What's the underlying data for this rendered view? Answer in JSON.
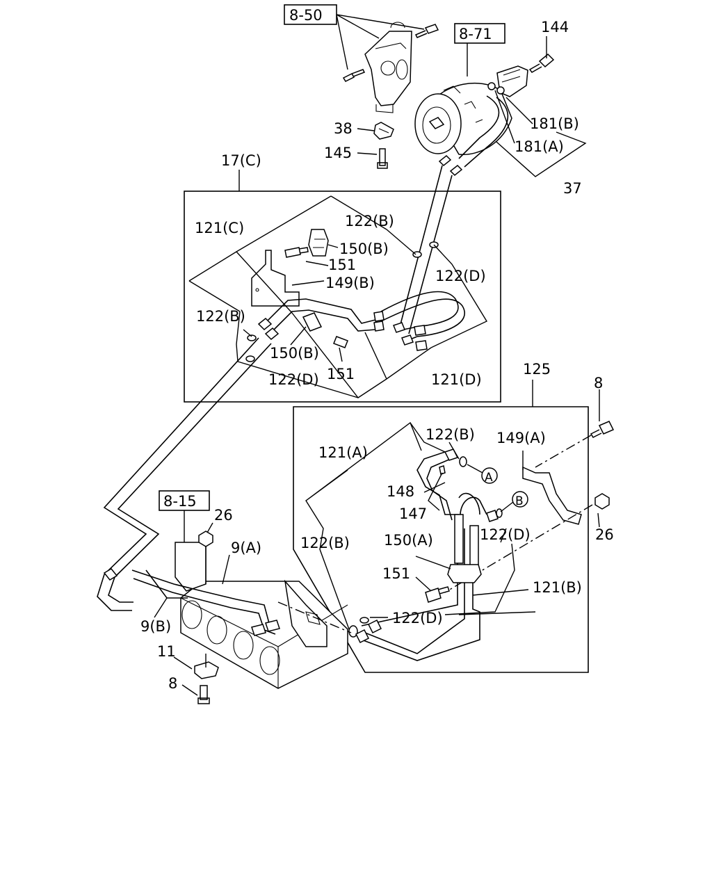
{
  "ref_boxes": {
    "r850": "8-50",
    "r871": "8-71",
    "r815": "8-15"
  },
  "labels": {
    "l144": "144",
    "l181b": "181(B)",
    "l181a": "181(A)",
    "l37": "37",
    "l38": "38",
    "l145": "145",
    "l17c": "17(C)",
    "l121c": "121(C)",
    "l122b_1": "122(B)",
    "l150b_1": "150(B)",
    "l151_1": "151",
    "l149b": "149(B)",
    "l122d_1": "122(D)",
    "l122b_2": "122(B)",
    "l150b_2": "150(B)",
    "l151_2": "151",
    "l122d_2": "122(D)",
    "l121d": "121(D)",
    "l125": "125",
    "l8_top": "8",
    "l149a": "149(A)",
    "l122b_3": "122(B)",
    "l121a": "121(A)",
    "l148": "148",
    "l147": "147",
    "l122d_3": "122(D)",
    "l26_right": "26",
    "l122b_4": "122(B)",
    "l150a": "150(A)",
    "l151_3": "151",
    "l121b": "121(B)",
    "l122d_4": "122(D)",
    "l26_left": "26",
    "l9a": "9(A)",
    "l9b": "9(B)",
    "l11": "11",
    "l8_bottom": "8",
    "circleA": "A",
    "circleB": "B"
  }
}
